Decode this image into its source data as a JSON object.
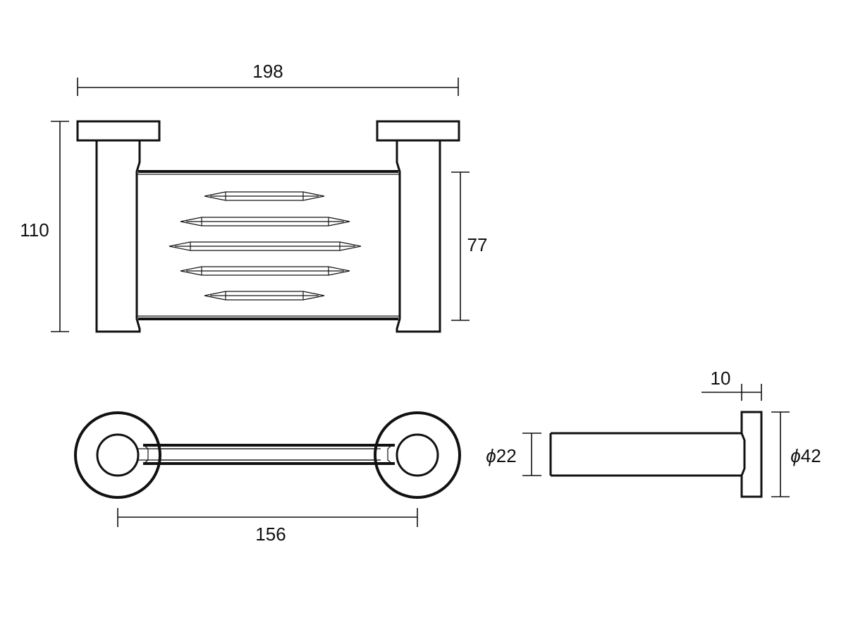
{
  "dimensions": {
    "overall_width": "198",
    "overall_height": "110",
    "basket_height": "77",
    "mount_spacing": "156",
    "post_diameter": "22",
    "flange_diameter": "42",
    "flange_depth": "10"
  },
  "diameter_symbol": "ϕ",
  "colors": {
    "line": "#111111",
    "background": "#ffffff"
  }
}
